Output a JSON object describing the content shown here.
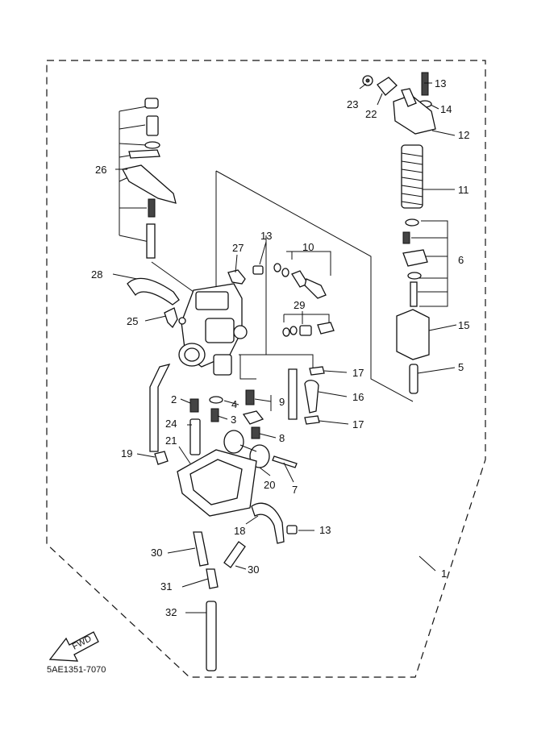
{
  "diagram_code": "5AE1351-7070",
  "fwd_label": "FWD",
  "part_numbers": [
    "1",
    "2",
    "3",
    "4",
    "5",
    "6",
    "7",
    "8",
    "9",
    "10",
    "11",
    "12",
    "13",
    "14",
    "15",
    "16",
    "17",
    "18",
    "19",
    "20",
    "21",
    "22",
    "23",
    "24",
    "25",
    "26",
    "27",
    "28",
    "29",
    "30",
    "31",
    "32"
  ],
  "colors": {
    "line": "#111111",
    "background": "#ffffff"
  }
}
